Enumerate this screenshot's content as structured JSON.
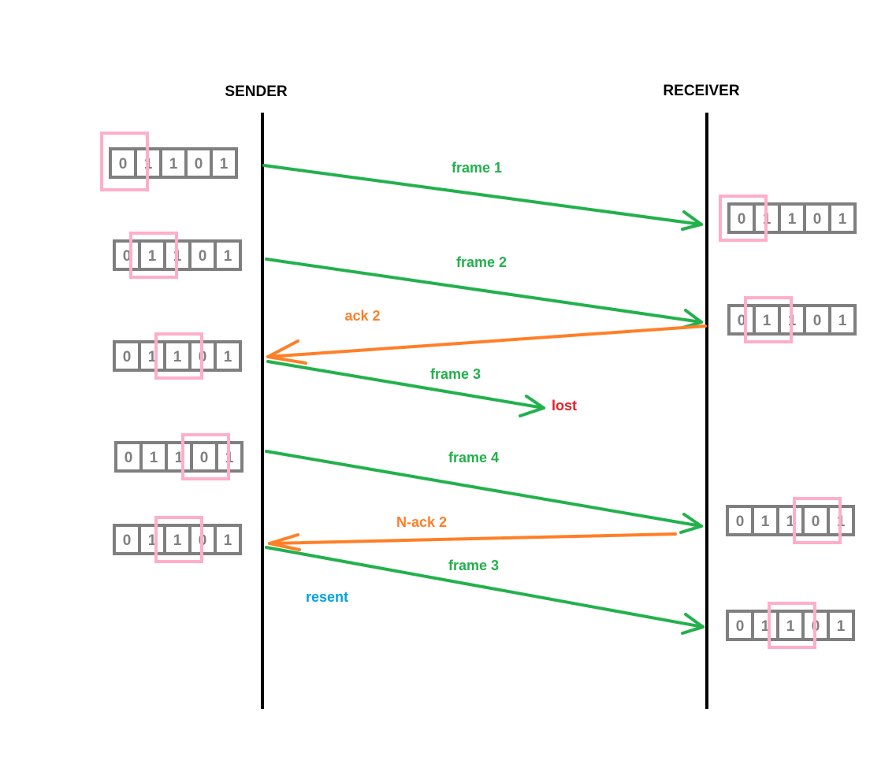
{
  "headers": {
    "sender": "SENDER",
    "receiver": "RECEIVER"
  },
  "colors": {
    "frame": "#22b14c",
    "ack": "#ff7f27",
    "lost": "#ed1c24",
    "resent": "#00a2e8",
    "window": "#ffaec9",
    "cell": "#7f7f7f",
    "timeline": "#000000"
  },
  "bits": [
    "0",
    "1",
    "1",
    "0",
    "1"
  ],
  "sender_states": [
    {
      "highlight": 0
    },
    {
      "highlight": 1
    },
    {
      "highlight": 2
    },
    {
      "highlight": 3
    },
    {
      "highlight": 2
    }
  ],
  "receiver_states": [
    {
      "highlight": 0
    },
    {
      "highlight": 1
    },
    {
      "highlight": 3
    },
    {
      "highlight": 2
    }
  ],
  "messages": [
    {
      "label": "frame 1",
      "kind": "frame"
    },
    {
      "label": "frame 2",
      "kind": "frame"
    },
    {
      "label": "ack 2",
      "kind": "ack"
    },
    {
      "label": "frame 3",
      "kind": "frame"
    },
    {
      "label": "frame 4",
      "kind": "frame"
    },
    {
      "label": "N-ack 2",
      "kind": "ack"
    },
    {
      "label": "frame 3",
      "kind": "frame"
    }
  ],
  "annotations": {
    "lost": "lost",
    "resent": "resent"
  }
}
